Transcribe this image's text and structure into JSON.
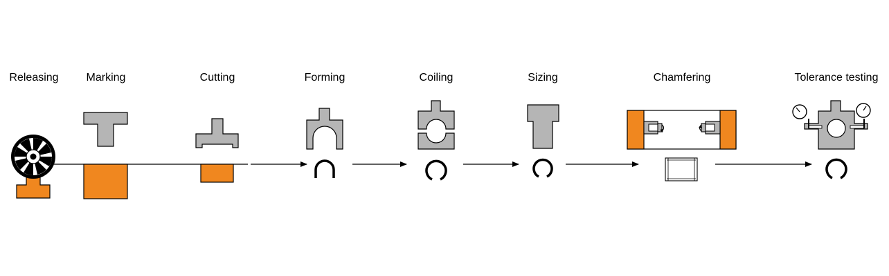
{
  "process": {
    "steps": [
      {
        "label": "Releasing"
      },
      {
        "label": "Marking"
      },
      {
        "label": "Cutting"
      },
      {
        "label": "Forming"
      },
      {
        "label": "Coiling"
      },
      {
        "label": "Sizing"
      },
      {
        "label": "Chamfering"
      },
      {
        "label": "Tolerance testing"
      }
    ]
  },
  "colors": {
    "accent": "#f0871f",
    "tool": "#b5b5b5",
    "line": "#000000"
  },
  "icons": {
    "releasing": "reel-icon",
    "marking": "marking-punch-icon",
    "cutting": "cutting-tool-icon",
    "forming": "forming-tool-icon",
    "coiling": "coiling-die-icon",
    "sizing": "sizing-punch-icon",
    "chamfering": "chamfering-machine-icon",
    "testing": "tolerance-gauge-icon"
  }
}
